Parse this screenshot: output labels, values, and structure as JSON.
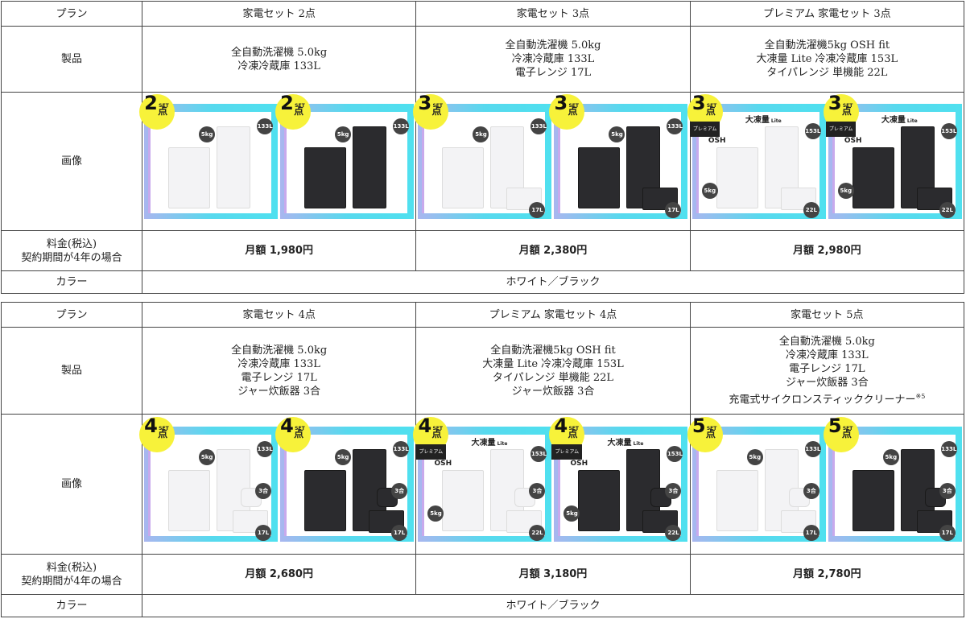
{
  "tables": [
    {
      "row_labels": {
        "plan": "プラン",
        "product": "製品",
        "image": "画像",
        "price_line1": "料金(税込)",
        "price_line2": "契約期間が4年の場合",
        "color": "カラー"
      },
      "plans": [
        {
          "name": "家電セット 2点",
          "products": [
            "全自動洗濯機 5.0kg",
            "冷凍冷蔵庫 133L"
          ],
          "price": "月額 1,980円",
          "set_count": "2",
          "premium": false,
          "images": [
            {
              "variant": "white",
              "chips": [
                "5kg",
                "133L"
              ]
            },
            {
              "variant": "black",
              "chips": [
                "5kg",
                "133L"
              ]
            }
          ]
        },
        {
          "name": "家電セット 3点",
          "products": [
            "全自動洗濯機 5.0kg",
            "冷凍冷蔵庫 133L",
            "電子レンジ 17L"
          ],
          "price": "月額 2,380円",
          "set_count": "3",
          "premium": false,
          "images": [
            {
              "variant": "white",
              "chips": [
                "5kg",
                "133L",
                "17L"
              ]
            },
            {
              "variant": "black",
              "chips": [
                "5kg",
                "133L",
                "17L"
              ]
            }
          ]
        },
        {
          "name": "プレミアム 家電セット 3点",
          "products": [
            "全自動洗濯機5kg OSH fit",
            "大凍量 Lite 冷凍冷蔵庫 153L",
            "タイパレンジ 単機能 22L"
          ],
          "price": "月額 2,980円",
          "set_count": "3",
          "premium": true,
          "images": [
            {
              "variant": "white",
              "chips": [
                "5kg",
                "153L",
                "22L"
              ]
            },
            {
              "variant": "black",
              "chips": [
                "5kg",
                "153L",
                "22L"
              ]
            }
          ]
        }
      ],
      "color": "ホワイト／ブラック"
    },
    {
      "row_labels": {
        "plan": "プラン",
        "product": "製品",
        "image": "画像",
        "price_line1": "料金(税込)",
        "price_line2": "契約期間が4年の場合",
        "color": "カラー"
      },
      "plans": [
        {
          "name": "家電セット 4点",
          "products": [
            "全自動洗濯機 5.0kg",
            "冷凍冷蔵庫 133L",
            "電子レンジ 17L",
            "ジャー炊飯器 3合"
          ],
          "price": "月額 2,680円",
          "set_count": "4",
          "premium": false,
          "images": [
            {
              "variant": "white",
              "chips": [
                "5kg",
                "133L",
                "3合",
                "17L"
              ]
            },
            {
              "variant": "black",
              "chips": [
                "5kg",
                "133L",
                "3合",
                "17L"
              ]
            }
          ]
        },
        {
          "name": "プレミアム 家電セット 4点",
          "products": [
            "全自動洗濯機5kg OSH fit",
            "大凍量 Lite 冷凍冷蔵庫 153L",
            "タイパレンジ 単機能 22L",
            "ジャー炊飯器 3合"
          ],
          "price": "月額 3,180円",
          "set_count": "4",
          "premium": true,
          "images": [
            {
              "variant": "white",
              "chips": [
                "5kg",
                "153L",
                "3合",
                "22L"
              ]
            },
            {
              "variant": "black",
              "chips": [
                "5kg",
                "153L",
                "3合",
                "22L"
              ]
            }
          ]
        },
        {
          "name": "家電セット 5点",
          "products": [
            "全自動洗濯機 5.0kg",
            "冷凍冷蔵庫 133L",
            "電子レンジ 17L",
            "ジャー炊飯器 3合",
            "充電式サイクロンスティッククリーナー"
          ],
          "footnote": "※5",
          "price": "月額 2,780円",
          "set_count": "5",
          "premium": false,
          "images": [
            {
              "variant": "white",
              "chips": [
                "5kg",
                "133L",
                "3合",
                "17L"
              ]
            },
            {
              "variant": "black",
              "chips": [
                "5kg",
                "133L",
                "3合",
                "17L"
              ]
            }
          ]
        }
      ],
      "color": "ホワイト／ブラック"
    }
  ],
  "badge_text": {
    "set": "SET",
    "ten": "点",
    "premium": "プレミアム",
    "lite_title": "大凍量",
    "lite_suffix": "Lite",
    "osh": "OSH"
  },
  "colors": {
    "badge": "#f7f23a",
    "frame_start": "#a9b6ef",
    "frame_end": "#4fe0ef",
    "chip": "#444444"
  }
}
